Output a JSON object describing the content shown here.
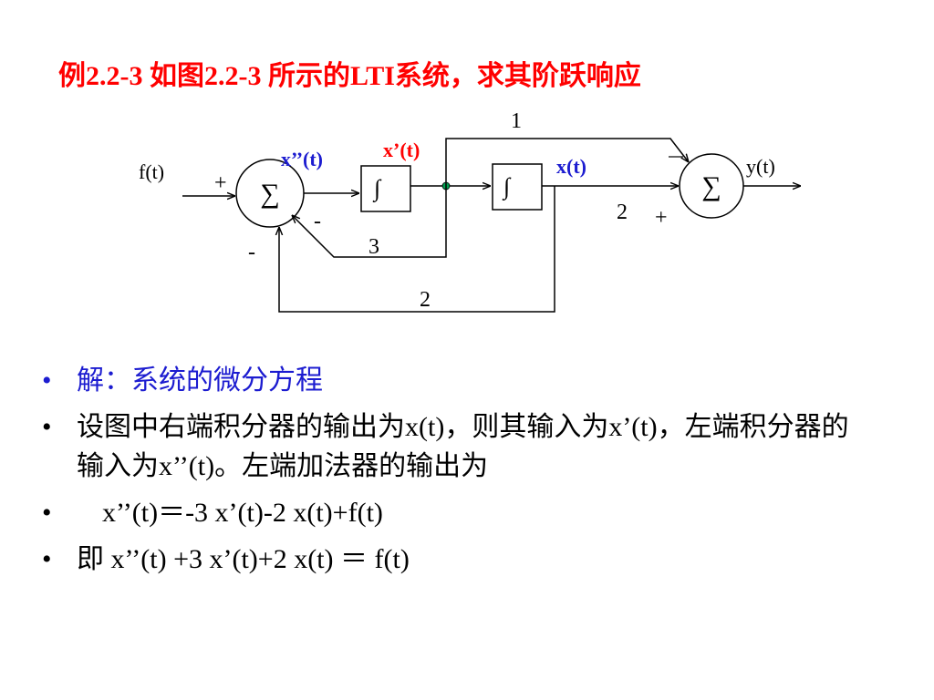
{
  "title": "例2.2-3 如图2.2-3 所示的LTI系统，求其阶跃响应",
  "diagram": {
    "input_label": "f(t)",
    "output_label": "y(t)",
    "sum_symbol": "∑",
    "integrator_symbol": "∫",
    "plus_in": "+",
    "minus_3": "-",
    "minus_2": "-",
    "plus_out": "+",
    "x2_label": "x’’(t)",
    "x1_label": "x’(t)",
    "x_label": "x(t)",
    "gain_top": "1",
    "gain_3": "3",
    "gain_2_bottom": "2",
    "gain_2_right": "2",
    "colors": {
      "red": "#ff0000",
      "blue": "#1c1cd0",
      "node": "#00a050"
    }
  },
  "bullets": [
    {
      "marker": "•",
      "text": "解：系统的微分方程"
    },
    {
      "marker": "•",
      "text": "设图中右端积分器的输出为x(t)，则其输入为x’(t)，左端积分器的输入为x’’(t)。左端加法器的输出为"
    },
    {
      "marker": "•",
      "text": "x’’(t)＝-3 x’(t)-2 x(t)+f(t)"
    },
    {
      "marker": "•",
      "text": "即 x’’(t) +3 x’(t)+2 x(t) ＝ f(t)"
    }
  ]
}
